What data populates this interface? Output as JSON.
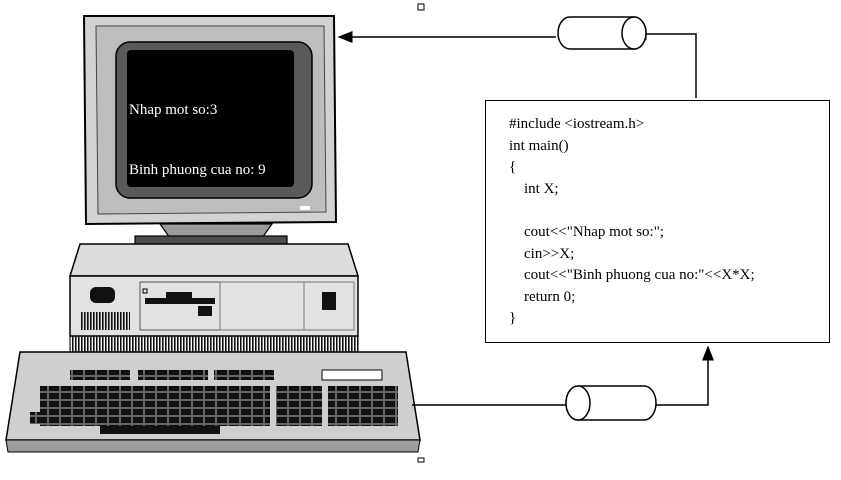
{
  "screen": {
    "lines": [
      "Nhap mot so:3",
      "Binh phuong cua no: 9"
    ]
  },
  "source_code": {
    "lines": [
      "#include <iostream.h>",
      "int main()",
      "{",
      "    int X;",
      "",
      "    cout<<\"Nhap mot so:\";",
      "    cin>>X;",
      "    cout<<\"Binh phuong cua no:\"<<X*X;",
      "    return 0;",
      "}"
    ]
  },
  "colors": {
    "monitor_body": "#c8c8c8",
    "screen_bg": "#000000",
    "line": "#000000"
  }
}
